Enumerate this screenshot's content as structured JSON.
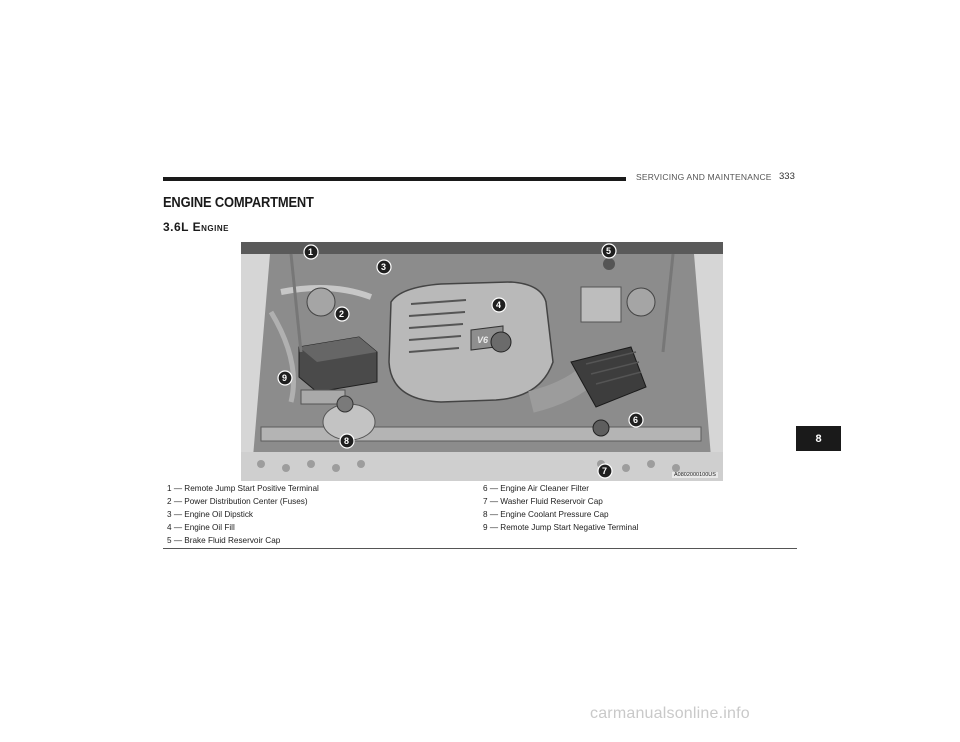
{
  "header": {
    "section": "SERVICING AND MAINTENANCE",
    "page_number": "333"
  },
  "title": "ENGINE COMPARTMENT",
  "subtitle": "3.6L Engine",
  "figure": {
    "code": "A0802000100US",
    "engine_badge": "V6",
    "callouts": [
      "1",
      "2",
      "3",
      "4",
      "5",
      "6",
      "7",
      "8",
      "9"
    ]
  },
  "legend": [
    "1 — Remote Jump Start Positive Terminal",
    "2 — Power Distribution Center (Fuses)",
    "3 — Engine Oil Dipstick",
    "4 — Engine Oil Fill",
    "5 — Brake Fluid Reservoir Cap",
    "6 — Engine Air Cleaner Filter",
    "7 — Washer Fluid Reservoir Cap",
    "8 — Engine Coolant Pressure Cap",
    "9 — Remote Jump Start Negative Terminal"
  ],
  "chapter_tab": "8",
  "watermark": "carmanualsonline.info"
}
